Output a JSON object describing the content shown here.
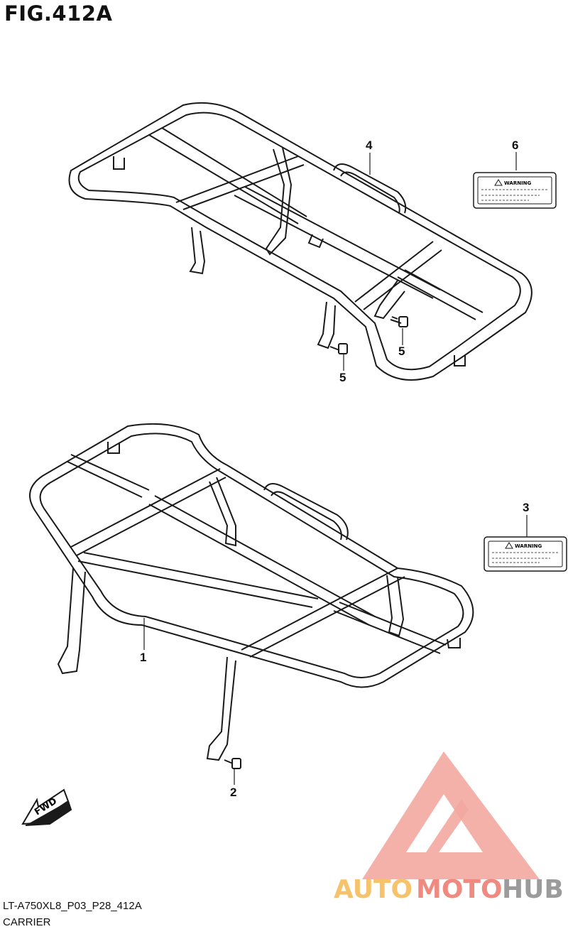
{
  "figure": {
    "title": "FIG.412A"
  },
  "callouts": [
    {
      "number": "1"
    },
    {
      "number": "2"
    },
    {
      "number": "3"
    },
    {
      "number": "4"
    },
    {
      "number": "5"
    },
    {
      "number": "5"
    },
    {
      "number": "6"
    }
  ],
  "labels": {
    "warning_text": "WARNING"
  },
  "fwd_arrow": {
    "text": "FWD"
  },
  "footer": {
    "model_code": "LT-A750XL8_P03_P28_412A",
    "section": "CARRIER"
  },
  "watermark": {
    "brand_parts": [
      "AUTO",
      "MOTO",
      "HUB"
    ],
    "colors": {
      "triangle": "#f3a8a0",
      "auto": "#f7c36a",
      "moto": "#f08a80",
      "hub": "#9b9b9b"
    }
  },
  "colors": {
    "line": "#1a1a1a",
    "background": "#ffffff"
  }
}
